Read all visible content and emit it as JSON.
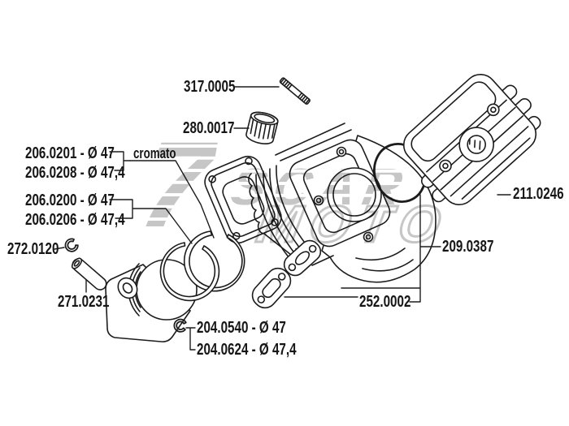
{
  "colors": {
    "line": "#1c1c1c",
    "watermark": "#c6c6c6",
    "background": "#ffffff"
  },
  "watermark": {
    "glyph": "7",
    "line1": "SCAR",
    "line2": "MOTO"
  },
  "labels": {
    "stud": "317.0005",
    "small_end_bearing": "280.0017",
    "ring_chrome_47": "206.0201 - Ø 47",
    "ring_chrome_474": "206.0208 - Ø 47,4",
    "cromato": "cromato",
    "ring_std_47": "206.0200 - Ø 47",
    "ring_std_474": "206.0206 - Ø 47,4",
    "circlip": "272.0120",
    "piston_pin": "271.0231",
    "piston_47": "204.0540 - Ø 47",
    "piston_474": "204.0624 - Ø 47,4",
    "exhaust_gasket": "252.0002",
    "gasket_set": "209.0387",
    "cylinder_head": "211.0246"
  }
}
